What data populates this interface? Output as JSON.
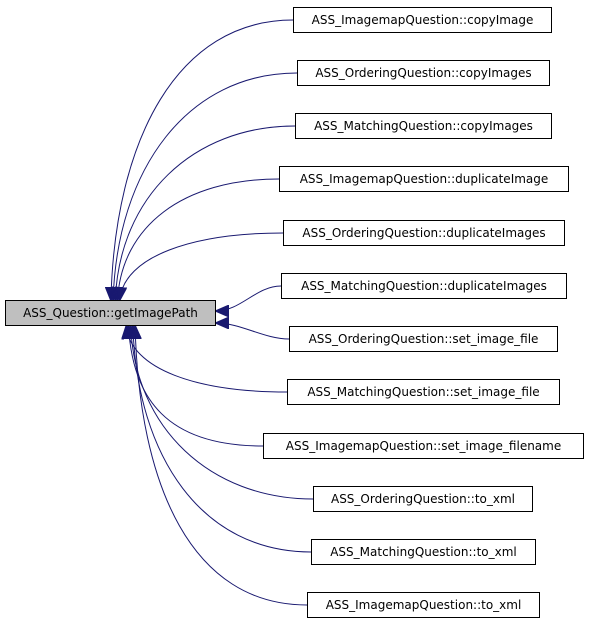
{
  "graph": {
    "source": "ASS_Question::getImagePath",
    "edge_color": "#191970",
    "source_fill": "#bfbfbf",
    "callers": [
      "ASS_ImagemapQuestion::copyImage",
      "ASS_OrderingQuestion::copyImages",
      "ASS_MatchingQuestion::copyImages",
      "ASS_ImagemapQuestion::duplicateImage",
      "ASS_OrderingQuestion::duplicateImages",
      "ASS_MatchingQuestion::duplicateImages",
      "ASS_OrderingQuestion::set_image_file",
      "ASS_MatchingQuestion::set_image_file",
      "ASS_ImagemapQuestion::set_image_filename",
      "ASS_OrderingQuestion::to_xml",
      "ASS_MatchingQuestion::to_xml",
      "ASS_ImagemapQuestion::to_xml"
    ]
  }
}
